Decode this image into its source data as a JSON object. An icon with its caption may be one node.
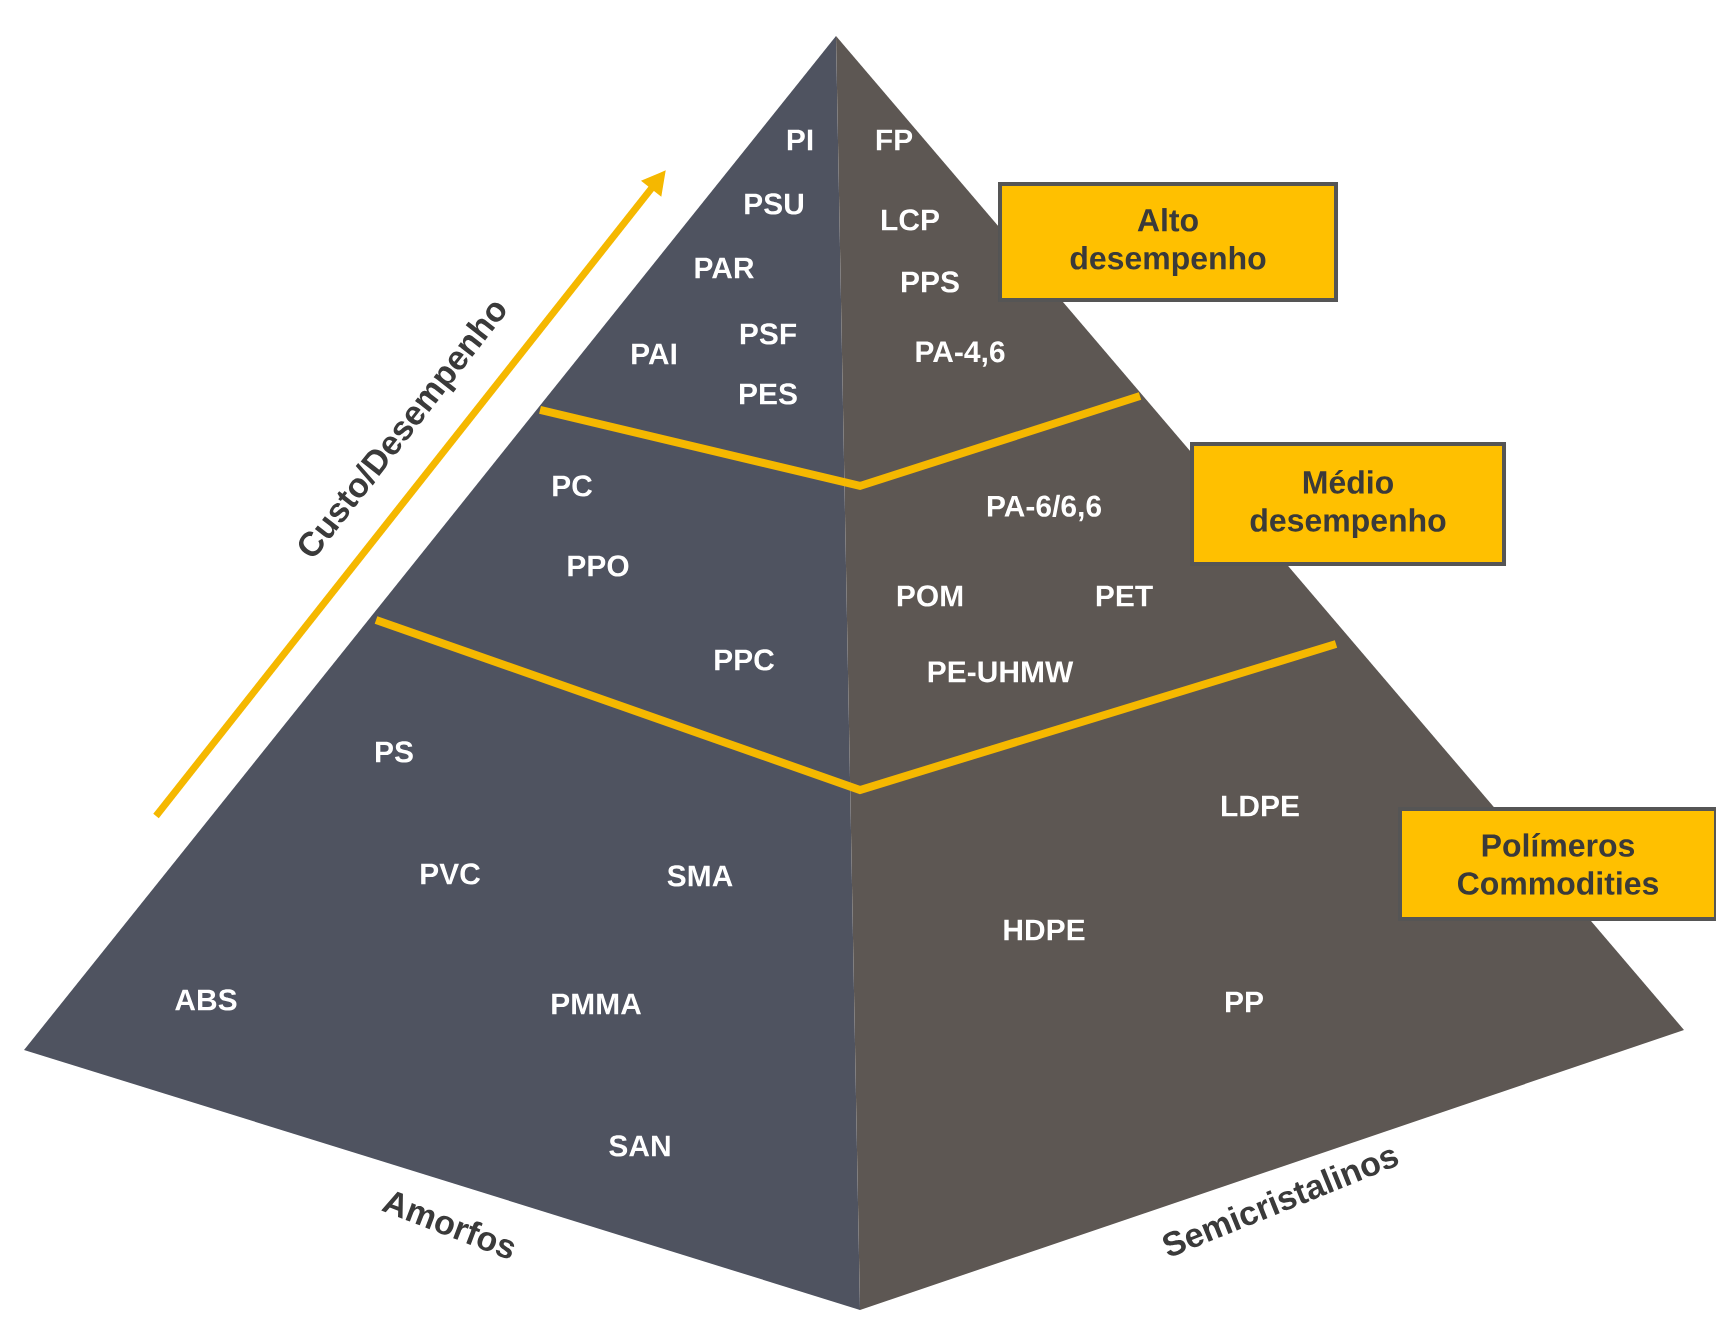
{
  "diagram": {
    "nodes": [
      {
        "text": [
          "Alto desempenho"
        ]
      },
      {
        "text": [
          "Médio desempenho"
        ]
      },
      {
        "text": [
          "Polímeros Commodities"
        ]
      }
    ],
    "labels": [
      "Custo/Desempenho",
      "PI",
      "FP",
      "PSU",
      "LCP",
      "PAR",
      "PPS",
      "PAI",
      "PSF",
      "PA-4,6",
      "PES",
      "PC",
      "PA-6/6,6",
      "PPO",
      "POM",
      "PET",
      "PPC",
      "PE-UHMW",
      "PS",
      "LDPE",
      "PVC",
      "SMA",
      "HDPE",
      "ABS",
      "PMMA",
      "PP",
      "SAN",
      "Amorfos",
      "Semicristalinos"
    ]
  }
}
